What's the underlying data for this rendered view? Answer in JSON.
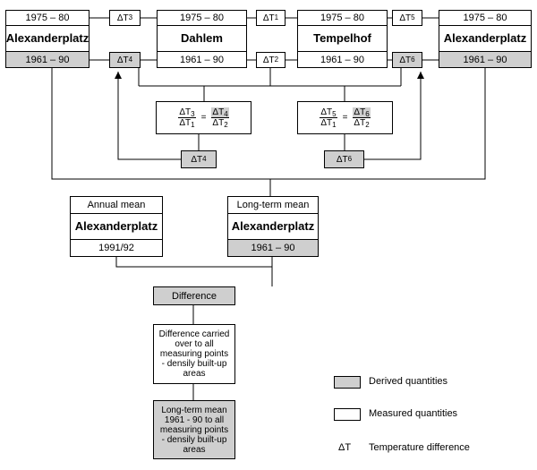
{
  "top_row": {
    "alex_left": {
      "period_top": "1975 – 80",
      "name": "Alexanderplatz",
      "period_bottom": "1961 – 90"
    },
    "dahlem": {
      "period_top": "1975 – 80",
      "name": "Dahlem",
      "period_bottom": "1961 – 90"
    },
    "tempelhof": {
      "period_top": "1975 – 80",
      "name": "Tempelhof",
      "period_bottom": "1961 – 90"
    },
    "alex_right": {
      "period_top": "1975 – 80",
      "name": "Alexanderplatz",
      "period_bottom": "1961 – 90"
    },
    "dT3": "ΔT",
    "dT3_sub": "3",
    "dT1": "ΔT",
    "dT1_sub": "1",
    "dT5": "ΔT",
    "dT5_sub": "5",
    "dT4": "ΔT",
    "dT4_sub": "4",
    "dT2": "ΔT",
    "dT2_sub": "2",
    "dT6": "ΔT",
    "dT6_sub": "6"
  },
  "formulas": {
    "left": {
      "n1": "ΔT",
      "n1s": "3",
      "d1": "ΔT",
      "d1s": "1",
      "eq": "=",
      "n2": "ΔT",
      "n2s": "4",
      "d2": "ΔT",
      "d2s": "2"
    },
    "right": {
      "n1": "ΔT",
      "n1s": "5",
      "d1": "ΔT",
      "d1s": "1",
      "eq": "=",
      "n2": "ΔT",
      "n2s": "6",
      "d2": "ΔT",
      "d2s": "2"
    }
  },
  "derived": {
    "dT4": "ΔT",
    "dT4_sub": "4",
    "dT6": "ΔT",
    "dT6_sub": "6"
  },
  "annual": {
    "header": "Annual mean",
    "name": "Alexanderplatz",
    "period": "1991/92"
  },
  "longterm": {
    "header": "Long-term mean",
    "name": "Alexanderplatz",
    "period": "1961 – 90"
  },
  "difference": "Difference",
  "carried": [
    "Difference carried",
    "over to all",
    "measuring points",
    "- densily built-up",
    "areas"
  ],
  "final": [
    "Long-term mean",
    "1961 - 90 to all",
    "measuring points",
    "- densily built-up",
    "areas"
  ],
  "legend": {
    "derived": "Derived quantities",
    "measured": "Measured quantities",
    "symbol": "ΔT",
    "temp": "Temperature difference",
    "derived_color": "#cfcfcf",
    "measured_color": "#ffffff"
  }
}
